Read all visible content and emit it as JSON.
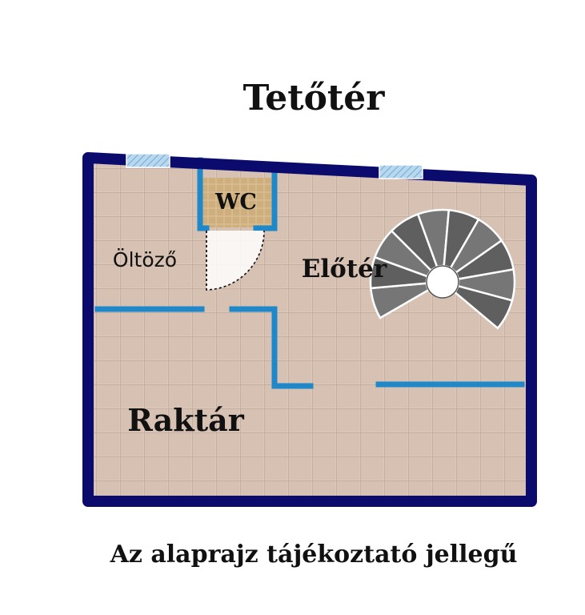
{
  "plan": {
    "title": "Tetőtér",
    "rooms": {
      "wc": "WC",
      "oltozo": "Öltöző",
      "eloter": "Előtér",
      "raktar": "Raktár"
    },
    "disclaimer": "Az alaprajz tájékoztató jellegű"
  },
  "colors": {
    "outer_wall": "#0b0b6e",
    "inner_wall": "#1e88c8",
    "floor_tile": "#ddc8b9",
    "floor_grout": "#b9a79b",
    "wc_tile": "#d2b68a",
    "window": "#9cc6e6",
    "stair_tread": "#6a6a6a"
  },
  "icons": {
    "window": "window-icon",
    "door": "door-swing-icon",
    "stair": "spiral-staircase-icon"
  }
}
